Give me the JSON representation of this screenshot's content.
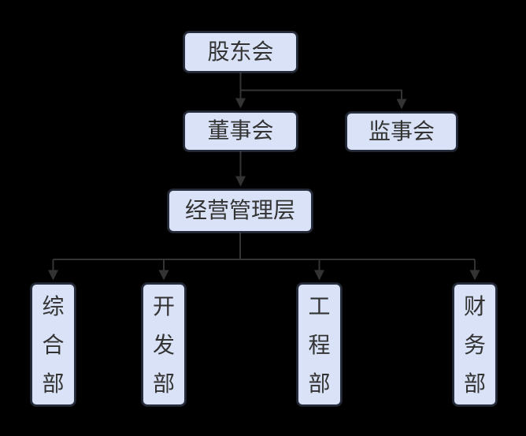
{
  "diagram": {
    "type": "org-chart",
    "background_color": "#000000",
    "node_fill_color": "#d9e2f6",
    "node_border_color": "#262d3e",
    "node_text_color": "#333333",
    "connector_color": "#333333",
    "nodes": {
      "shareholders": {
        "label": "股东会"
      },
      "board": {
        "label": "董事会"
      },
      "supervisory": {
        "label": "监事会"
      },
      "management": {
        "label": "经营管理层"
      },
      "dept_general": {
        "label": "综合部"
      },
      "dept_development": {
        "label": "开发部"
      },
      "dept_engineering": {
        "label": "工程部"
      },
      "dept_finance": {
        "label": "财务部"
      }
    },
    "edges": [
      {
        "from": "股东会",
        "to": "董事会"
      },
      {
        "from": "股东会",
        "to": "监事会"
      },
      {
        "from": "董事会",
        "to": "经营管理层"
      },
      {
        "from": "经营管理层",
        "to": "综合部"
      },
      {
        "from": "经营管理层",
        "to": "开发部"
      },
      {
        "from": "经营管理层",
        "to": "工程部"
      },
      {
        "from": "经营管理层",
        "to": "财务部"
      }
    ]
  }
}
